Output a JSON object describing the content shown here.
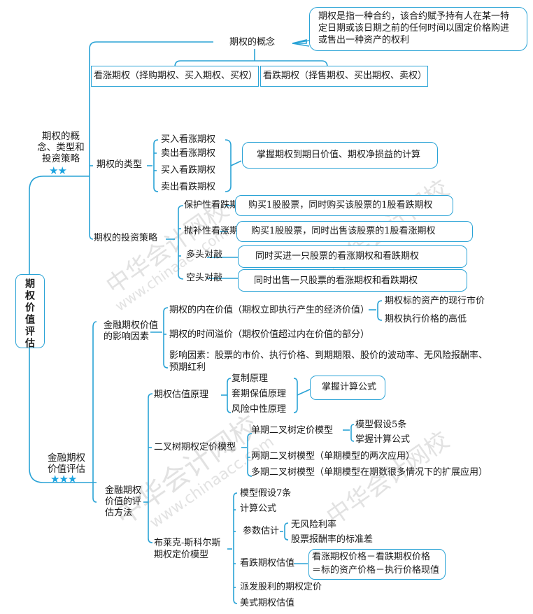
{
  "root": {
    "label": "期权价值评估"
  },
  "colors": {
    "line": "#2aa3d6",
    "star": "#1aa3e0",
    "text": "#1a1a1a",
    "watermark": "#969696"
  },
  "watermarks": [
    {
      "cn": "中华会计网校",
      "url": "www.chinaacc.com"
    },
    {
      "cn": "中华会计网校",
      "url": "www.chinaacc.com"
    },
    {
      "cn": "中华会计网校",
      "url": "www.chinaacc.com"
    }
  ],
  "branch1": {
    "label_lines": [
      "期权的概",
      "念、类型和",
      "投资策略"
    ],
    "stars": "★★",
    "concept": {
      "label": "期权的概念",
      "definition_lines": [
        "期权是指一种合约，该合约赋予持有人在某一特",
        "定日期或该日期之前的任何时间以固定价格购进",
        "或售出一种资产的权利"
      ],
      "call": "看涨期权（择购期权、买入期权、买权）",
      "put": "看跌期权（择售期权、买出期权、卖权）"
    },
    "types": {
      "label": "期权的类型",
      "items": [
        "买入看涨期权",
        "卖出看涨期权",
        "买入看跌期权",
        "卖出看跌期权"
      ],
      "note": "掌握期权到期日价值、期权净损益的计算"
    },
    "strategies": {
      "label": "期权的投资策略",
      "items": [
        {
          "name": "保护性看跌期权",
          "desc": "购买1股股票，同时购买该股票的1股看跌期权"
        },
        {
          "name": "抛补性看涨期权",
          "desc": "购买1股股票，同时出售该股票的1股看涨期权"
        },
        {
          "name": "多头对敲",
          "desc": "同时买进一只股票的看涨期权和看跌期权"
        },
        {
          "name": "空头对敲",
          "desc": "同时出售一只股票的看涨期权和看跌期权"
        }
      ]
    }
  },
  "branch2": {
    "label_lines": [
      "金融期权",
      "价值评估"
    ],
    "stars": "★★★",
    "factors": {
      "label_lines": [
        "金融期权价值",
        "的影响因素"
      ],
      "intrinsic": "期权的内在价值（期权立即执行产生的经济价值）",
      "intrinsic_sub": [
        "期权标的资产的现行市价",
        "期权执行价格的高低"
      ],
      "time_premium": "期权的时间溢价（期权价值超过内在价值的部分）",
      "influences_lines": [
        "影响因素：股票的市价、执行价格、到期期限、股价的波动率、无风险报酬率、",
        "预期红利"
      ]
    },
    "methods": {
      "label_lines": [
        "金融期权",
        "价值的评",
        "估方法"
      ],
      "principles": {
        "label": "期权估值原理",
        "items": [
          "复制原理",
          "套期保值原理",
          "风险中性原理"
        ],
        "note": "掌握计算公式"
      },
      "binomial": {
        "label": "二叉树期权定价模型",
        "single": "单期二叉树定价模型",
        "single_sub": [
          "模型假设5条",
          "掌握计算公式"
        ],
        "two": "两期二叉树模型（单期模型的两次应用）",
        "multi": "多期二叉树模型（单期模型在期数很多情况下的扩展应用）"
      },
      "bsm": {
        "label_lines": [
          "布莱克-斯科尔斯",
          "期权定价模型"
        ],
        "assumptions": "模型假设7条",
        "formula": "计算公式",
        "params": "参数估计",
        "params_sub": [
          "无风险利率",
          "股票报酬率的标准差"
        ],
        "put_valuation": "看跌期权估值",
        "parity_lines": [
          "看涨期权价格－看跌期权价格",
          "＝标的资产价格－执行价格现值"
        ],
        "dividends": "派发股利的期权定价",
        "american": "美式期权估值"
      }
    }
  }
}
